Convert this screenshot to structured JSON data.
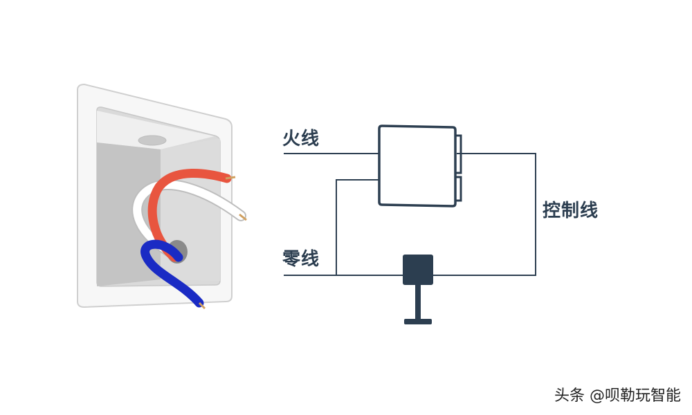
{
  "labels": {
    "live_wire": "火线",
    "neutral_wire": "零线",
    "control_wire": "控制线"
  },
  "watermark": "头条 @呗勒玩智能",
  "colors": {
    "line": "#2c3e50",
    "wire_red": "#e8553f",
    "wire_white": "#ffffff",
    "wire_blue": "#1a2bc4",
    "box_frame": "#f5f5f5",
    "box_inner": "#d4d4d4"
  }
}
